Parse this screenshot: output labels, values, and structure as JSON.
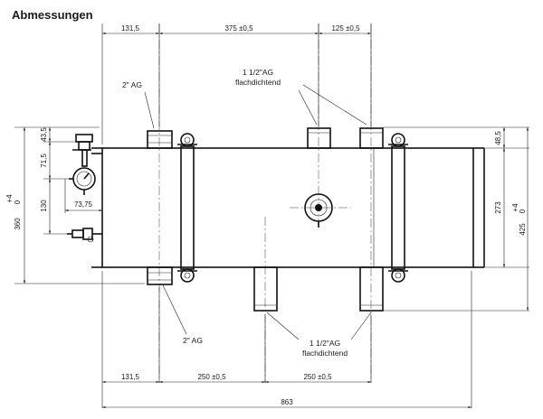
{
  "title": "Abmessungen",
  "top_dims": {
    "d1": "131,5",
    "d2": "375 ±0,5",
    "d3": "125 ±0,5"
  },
  "bottom_dims": {
    "d1": "131,5",
    "d2": "250 ±0,5",
    "d3": "250 ±0,5",
    "total": "863"
  },
  "right_dims": {
    "d1": "48,5",
    "d2": "273",
    "total_tol_top": "+4",
    "total_tol_bottom": "0",
    "total": "425"
  },
  "left_dims": {
    "d1": "43,5",
    "d2": "71,5",
    "d3": "130",
    "d4": "73,75",
    "total_tol_top": "+4",
    "total_tol_bottom": "0",
    "total": "360"
  },
  "labels": {
    "top_left_conn": "2\" AG",
    "top_mid_conn_line1": "1 1/2\"AG",
    "top_mid_conn_line2": "flachdichtend",
    "bottom_left_conn": "2\" AG",
    "bottom_mid_conn_line1": "1 1/2\"AG",
    "bottom_mid_conn_line2": "flachdichtend"
  }
}
